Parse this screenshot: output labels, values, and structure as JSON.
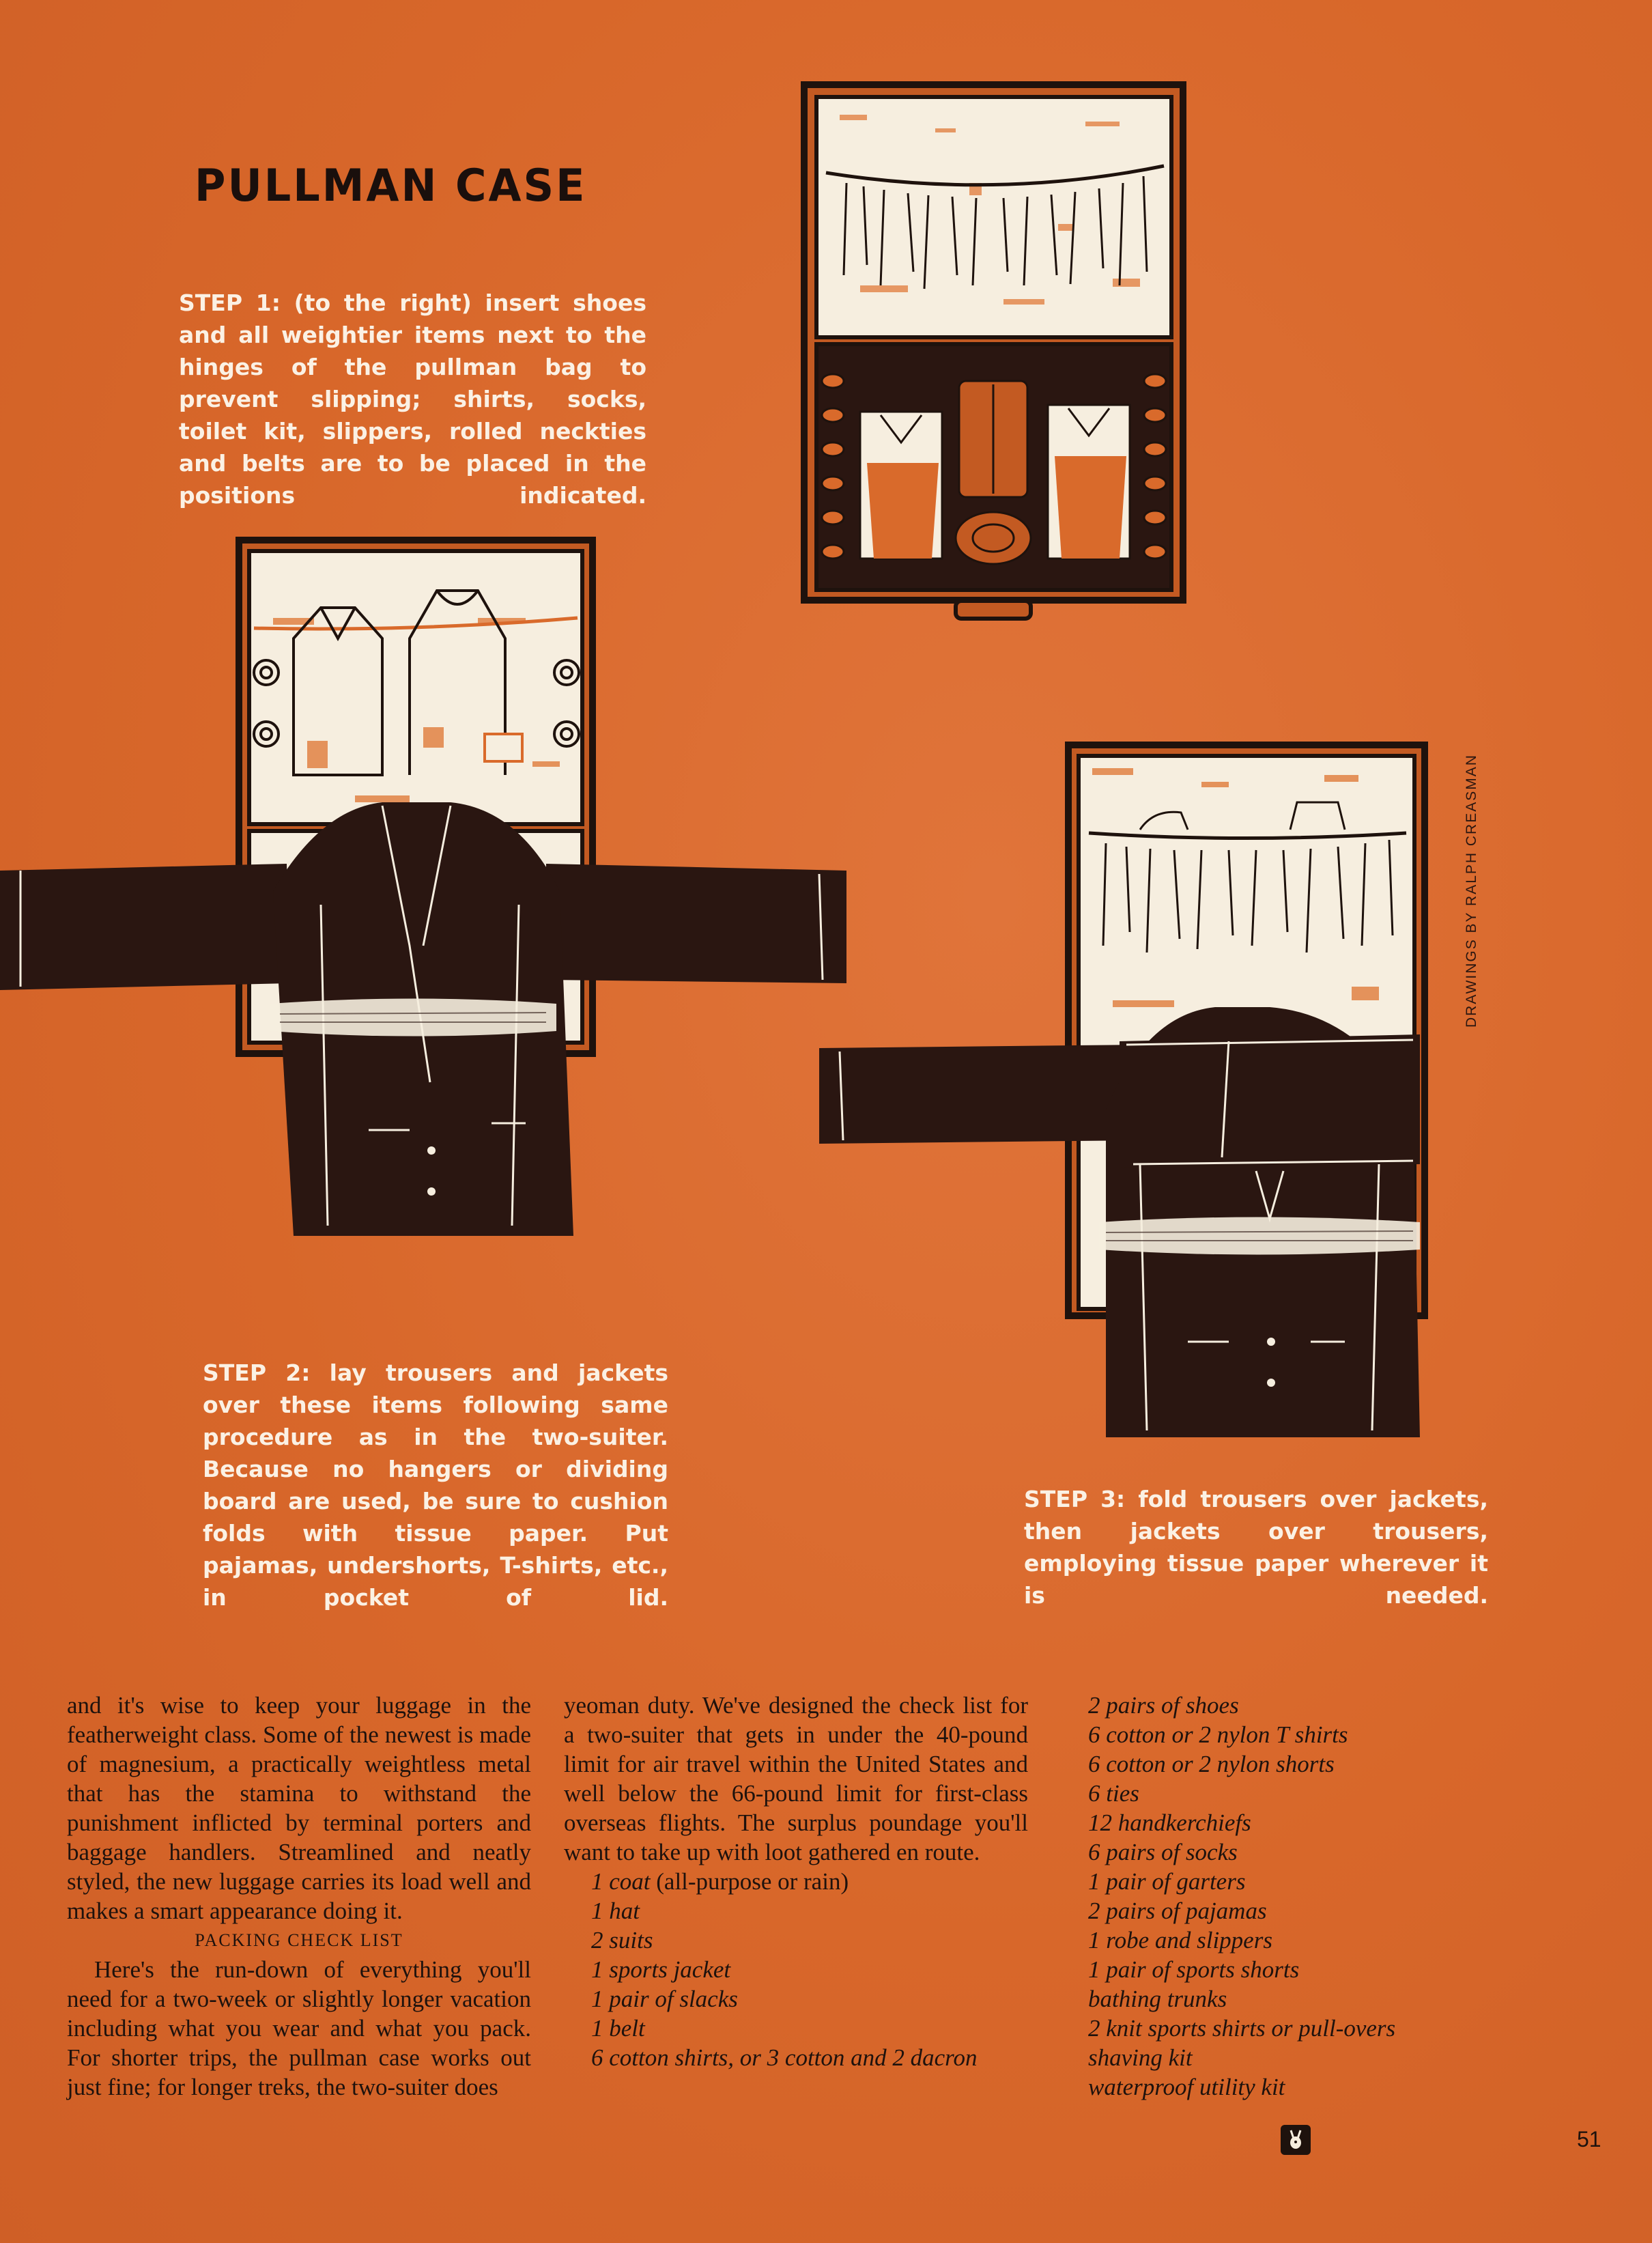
{
  "title": "PULLMAN CASE",
  "steps": {
    "step1": {
      "label": "STEP 1:",
      "text": "(to the right) insert shoes and all weightier items next to the hinges of the pullman bag to prevent slipping; shirts, socks, toilet kit, slippers, rolled neckties and belts are to be placed in the positions indicated."
    },
    "step2": {
      "label": "STEP 2:",
      "text": "lay trousers and jackets over these items following same procedure as in the two-suiter. Because no hangers or dividing board are used, be sure to cushion folds with tissue paper. Put pajamas, undershorts, T-shirts, etc., in pocket of lid."
    },
    "step3": {
      "label": "STEP 3:",
      "text": "fold trousers over jackets, then jackets over trousers, employing tissue paper wherever it is needed."
    }
  },
  "credit": "DRAWINGS BY RALPH CREASMAN",
  "article": {
    "col1_p1": "and it's wise to keep your luggage in the featherweight class. Some of the newest is made of magnesium, a practically weightless metal that has the stamina to withstand the punishment inflicted by terminal porters and baggage handlers. Streamlined and neatly styled, the new luggage carries its load well and makes a smart appearance doing it.",
    "subhead": "PACKING CHECK LIST",
    "col1_p2": "Here's the run-down of everything you'll need for a two-week or slightly longer vacation including what you wear and what you pack. For shorter trips, the pullman case works out just fine; for longer treks, the two-suiter does",
    "col2_p1": "yeoman duty. We've designed the check list for a two-suiter that gets in under the 40-pound limit for air travel within the United States and well below the 66-pound limit for first-class overseas flights. The surplus poundage you'll want to take up with loot gathered en route."
  },
  "checklist_col2": [
    {
      "text": "1 coat",
      "note": " (all-purpose or rain)"
    },
    {
      "text": "1 hat"
    },
    {
      "text": "2 suits"
    },
    {
      "text": "1 sports jacket"
    },
    {
      "text": "1 pair of slacks"
    },
    {
      "text": "1 belt"
    },
    {
      "text": "6 cotton shirts, or 3 cotton and 2 dacron"
    }
  ],
  "checklist_col3": [
    "2 pairs of shoes",
    "6 cotton or 2 nylon T shirts",
    "6 cotton or 2 nylon shorts",
    "6 ties",
    "12 handkerchiefs",
    "6 pairs of socks",
    "1 pair of garters",
    "2 pairs of pajamas",
    "1 robe and slippers",
    "1 pair of sports shorts",
    "bathing trunks",
    "2 knit sports shirts or pull-overs",
    "shaving kit",
    "waterproof utility kit"
  ],
  "page_number": "51",
  "colors": {
    "background": "#d96a2b",
    "ink": "#1e120d",
    "paper": "#f6eedf",
    "step_text": "#fbf1e4"
  },
  "icons": [
    "bunny-logo-icon"
  ]
}
